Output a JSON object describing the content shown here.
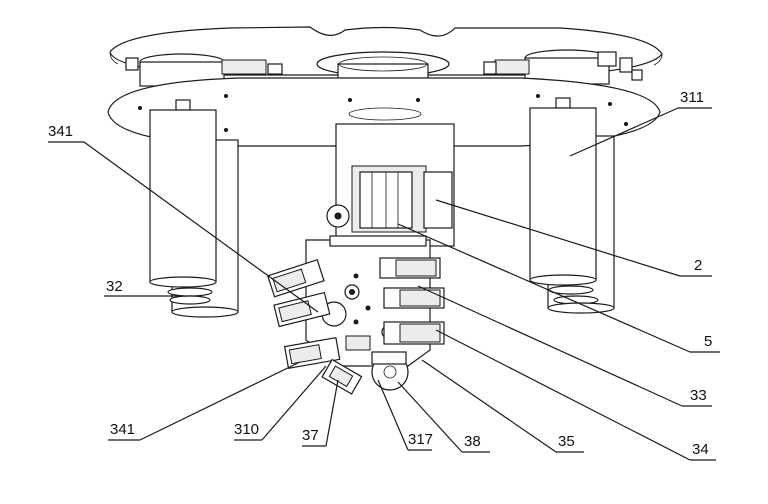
{
  "callouts": {
    "c341a": "341",
    "c311": "311",
    "c32": "32",
    "c2": "2",
    "c5": "5",
    "c33": "33",
    "c341b": "341",
    "c310": "310",
    "c37": "37",
    "c317": "317",
    "c38": "38",
    "c35": "35",
    "c34": "34"
  }
}
